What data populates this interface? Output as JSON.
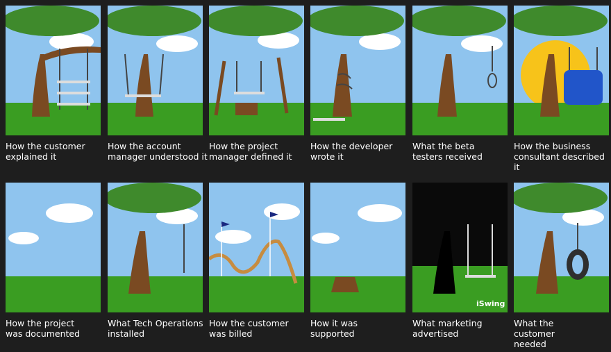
{
  "colors": {
    "background": "#1e1e1e",
    "sky": "#8fc4ee",
    "grass": "#3a9d22",
    "trunk": "#7a4a22",
    "leaves": "#3f8a2c",
    "cloud": "#ffffff",
    "caption_text": "#ffffff"
  },
  "panels": [
    {
      "caption": "How the customer\nexplained it",
      "scene": "triple-swing"
    },
    {
      "caption": "How the account\nmanager understood it",
      "scene": "swing-on-ground"
    },
    {
      "caption": "How the project\nmanager defined it",
      "scene": "propped-swing"
    },
    {
      "caption": "How the developer\nwrote it",
      "scene": "swing-wrapped-around-trunk"
    },
    {
      "caption": "What the beta\ntesters received",
      "scene": "noose"
    },
    {
      "caption": "How the business\nconsultant described it",
      "scene": "armchair-swing"
    },
    {
      "caption": "How the project\nwas documented",
      "scene": "empty-landscape"
    },
    {
      "caption": "What Tech Operations\ninstalled",
      "scene": "single-rope"
    },
    {
      "caption": "How the customer\nwas billed",
      "scene": "roller-coaster"
    },
    {
      "caption": "How it was\nsupported",
      "scene": "stump"
    },
    {
      "caption": "What marketing\nadvertised",
      "scene": "silhouette-swing",
      "watermark": "iSwing"
    },
    {
      "caption": "What the\ncustomer\nneeded",
      "scene": "tire-swing"
    }
  ]
}
